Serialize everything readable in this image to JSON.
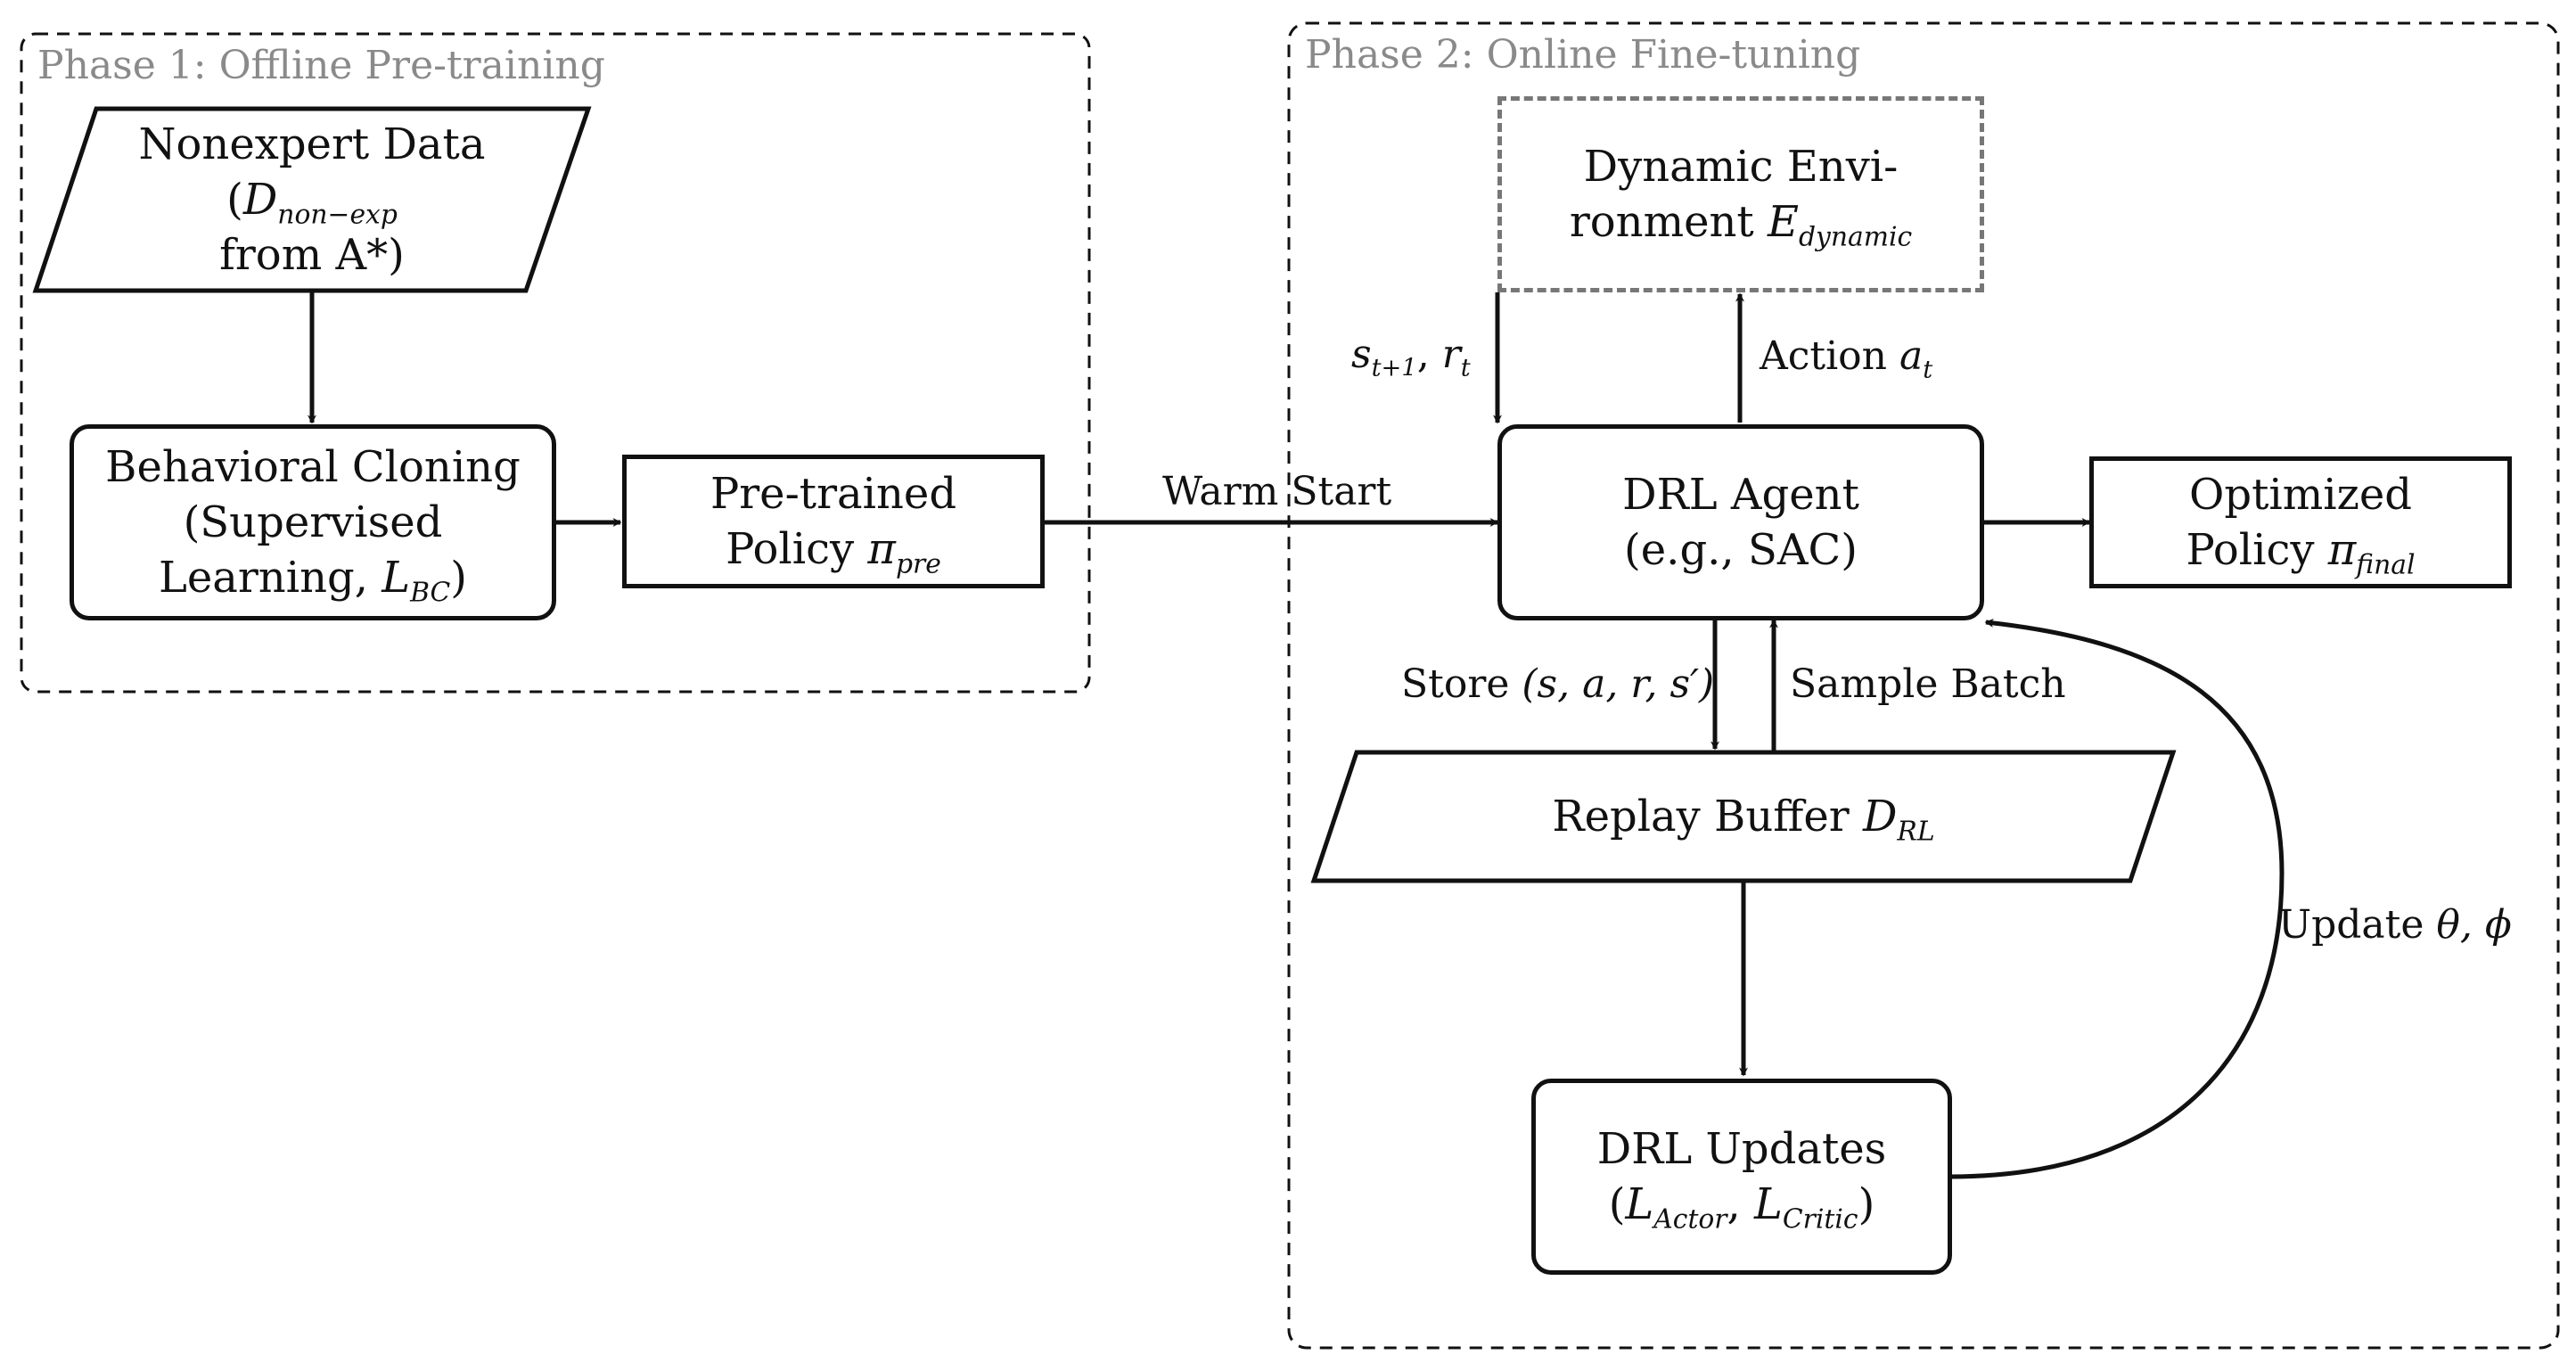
{
  "phases": {
    "offline": "Phase 1: Offline Pre-training",
    "online": "Phase 2: Online Fine-tuning"
  },
  "nodes": {
    "nonexpert": {
      "line1": "Nonexpert Data",
      "open": "(",
      "sym": "D",
      "sub": "non−exp",
      "line3": "from A*)"
    },
    "bc": {
      "line1": "Behavioral Cloning",
      "line2": "(Supervised",
      "line3": "Learning, ",
      "sym": "L",
      "sub": "BC",
      "close": ")"
    },
    "pretrained": {
      "line1": "Pre-trained",
      "line2": "Policy ",
      "sym": "π",
      "sub": "pre"
    },
    "env": {
      "line1": "Dynamic Envi-",
      "line2": "ronment ",
      "sym": "E",
      "sub": "dynamic"
    },
    "agent": {
      "line1": "DRL Agent",
      "line2": "(e.g., SAC)"
    },
    "optimized": {
      "line1": "Optimized",
      "line2": "Policy ",
      "sym": "π",
      "sub": "final"
    },
    "replay": {
      "line1": "Replay Buffer ",
      "sym": "D",
      "sub": "RL"
    },
    "updates": {
      "line1": "DRL Updates",
      "open": "(",
      "sym1": "L",
      "sub1": "Actor",
      "sep": ", ",
      "sym2": "L",
      "sub2": "Critic",
      "close": ")"
    }
  },
  "edges": {
    "warm_start": "Warm Start",
    "state_reward": {
      "s": "s",
      "s_sub": "t+1",
      "sep": ", ",
      "r": "r",
      "r_sub": "t"
    },
    "action": {
      "text": "Action ",
      "sym": "a",
      "sub": "t"
    },
    "store": {
      "text": "Store ",
      "tuple": "(s, a, r, s′)"
    },
    "sample": "Sample Batch",
    "update": {
      "text": "Update ",
      "sym": "θ, ϕ"
    }
  },
  "colors": {
    "line": "#111111",
    "phase_text": "#8a8a8a",
    "env_border": "#777777"
  }
}
